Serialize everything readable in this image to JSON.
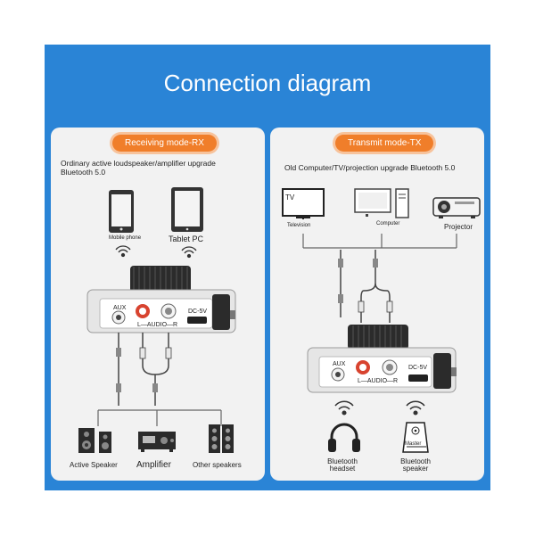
{
  "title": "Connection diagram",
  "left": {
    "badge": "Receiving mode-RX",
    "description_line1": "Ordinary active loudspeaker/amplifier upgrade",
    "description_line2": "Bluetooth 5.0",
    "source_phone": "Mobile phone",
    "source_tablet": "Tablet PC",
    "device_aux": "AUX",
    "device_audio": "L—AUDIO—R",
    "device_dc": "DC-5V",
    "out_speaker": "Active Speaker",
    "out_amplifier": "Amplifier",
    "out_other": "Other speakers"
  },
  "right": {
    "badge": "Transmit mode-TX",
    "description": "Old Computer/TV/projection upgrade Bluetooth 5.0",
    "tv_screen": "TV",
    "source_tv": "Television",
    "source_computer": "Computer",
    "source_projector": "Projector",
    "device_aux": "AUX",
    "device_audio": "L—AUDIO—R",
    "device_dc": "DC-5V",
    "out_headset_line1": "Bluetooth",
    "out_headset_line2": "headset",
    "out_speaker_line1": "Bluetooth",
    "out_speaker_line2": "speaker",
    "speaker_tag": "Master"
  }
}
